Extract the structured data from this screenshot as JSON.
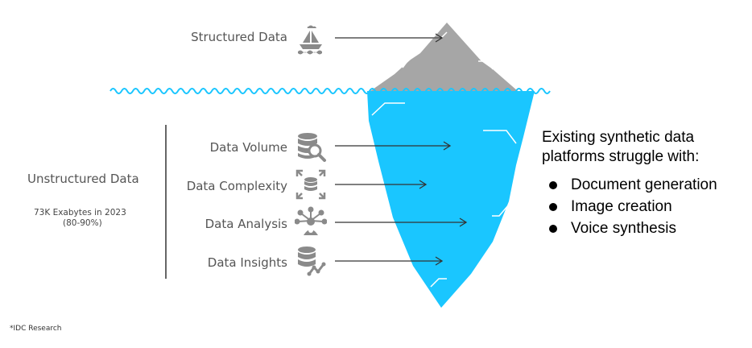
{
  "above_water": {
    "label": "Structured Data",
    "icon": "sailing-ship-icon"
  },
  "below_water": {
    "label": "Unstructured Data",
    "stat": "73K Exabytes in 2023",
    "stat_pct": "(80-90%)",
    "items": [
      {
        "label": "Data Volume",
        "icon": "database-search-icon"
      },
      {
        "label": "Data Complexity",
        "icon": "database-expand-icon"
      },
      {
        "label": "Data Analysis",
        "icon": "analysis-network-icon"
      },
      {
        "label": "Data Insights",
        "icon": "database-chart-icon"
      }
    ]
  },
  "callout": {
    "title": "Existing synthetic data platforms struggle with:",
    "bullets": [
      "Document generation",
      "Image creation",
      "Voice synthesis"
    ]
  },
  "footnote": "*IDC Research",
  "colors": {
    "iceberg_top": "#a6a6a6",
    "iceberg_bottom": "#1ac6ff",
    "water_line": "#1ac6ff",
    "icon_gray": "#8a8a8a",
    "label_text": "#555555",
    "arrow": "#333333"
  }
}
